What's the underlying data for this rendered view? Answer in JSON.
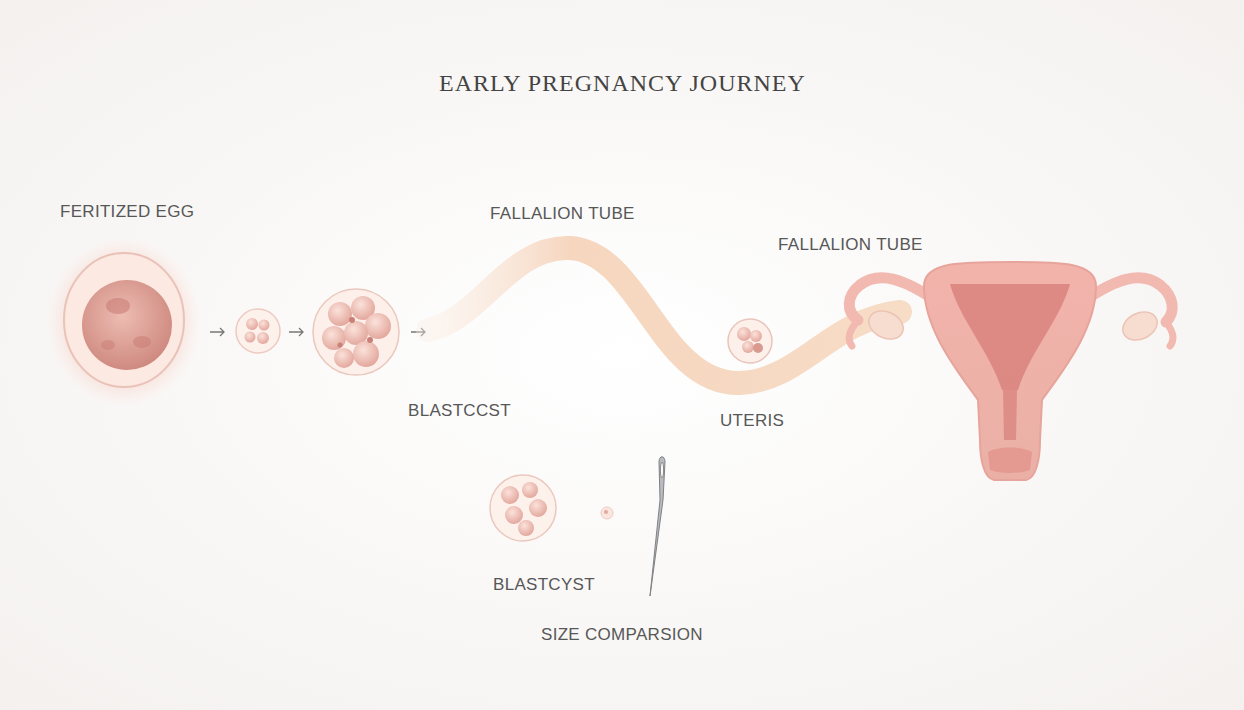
{
  "diagram": {
    "title": "EARLY PREGNANCY JOURNEY",
    "labels": [
      "FERITIZED EGG",
      "FALLALION TUBE",
      "FALLALION TUBE",
      "BLASTCCST",
      "UTERIS",
      "BLASTCYST",
      "SIZE COMPARSION"
    ]
  }
}
